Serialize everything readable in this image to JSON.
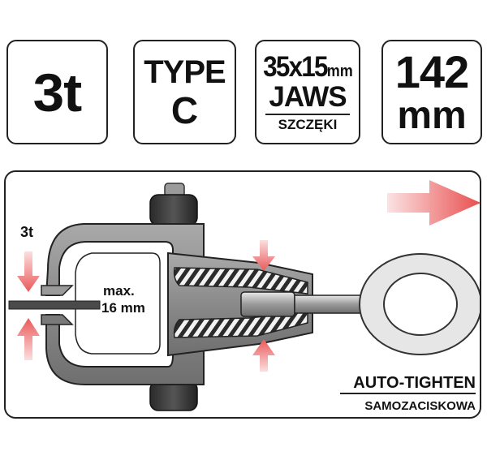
{
  "specs": {
    "load": "3t",
    "type_label": "TYPE",
    "type_value": "C",
    "jaws_size": "35x15",
    "jaws_unit": "mm",
    "jaws_label": "JAWS",
    "jaws_label_pl": "SZCZĘKI",
    "length_value": "142",
    "length_unit": "mm"
  },
  "diagram": {
    "force_label": "3t",
    "opening_line1": "max.",
    "opening_line2": "16 mm",
    "feature_label": "AUTO-TIGHTEN",
    "feature_label_pl": "SAMOZACISKOWA"
  },
  "colors": {
    "body_gray": "#8f8f8f",
    "ring_gray": "#e6e6e6",
    "arrow_red": "#ee6a6a",
    "knob_dark": "#3a3a3a"
  },
  "icons": [
    "pull-direction-arrow-icon",
    "clamp-force-arrow-icon"
  ]
}
